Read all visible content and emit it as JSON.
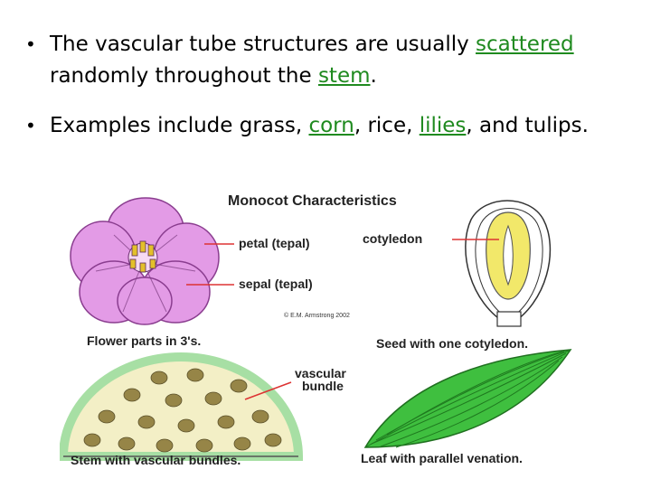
{
  "bullets": [
    {
      "parts": [
        {
          "text": "The vascular tube structures are usually ",
          "link": false
        },
        {
          "text": "scattered",
          "link": true
        },
        {
          "text": " randomly throughout the ",
          "link": false
        },
        {
          "text": "stem",
          "link": true
        },
        {
          "text": ".",
          "link": false
        }
      ]
    },
    {
      "parts": [
        {
          "text": "Examples include grass, ",
          "link": false
        },
        {
          "text": "corn",
          "link": true
        },
        {
          "text": ", rice, ",
          "link": false
        },
        {
          "text": "lilies",
          "link": true
        },
        {
          "text": ", and tulips.",
          "link": false
        }
      ]
    }
  ],
  "bullet_char": "•",
  "figure": {
    "title": "Monocot Characteristics",
    "labels": {
      "petal": "petal (tepal)",
      "sepal": "sepal (tepal)",
      "cotyledon": "cotyledon",
      "vascular_line1": "vascular",
      "vascular_line2": "bundle"
    },
    "captions": {
      "flower": "Flower parts in 3's.",
      "seed": "Seed with one cotyledon.",
      "stem": "Stem with vascular bundles.",
      "leaf": "Leaf with parallel venation."
    },
    "copyright": "© E.M. Armstrong 2002"
  },
  "colors": {
    "link": "#1f8a1f",
    "petal": "#e39be6",
    "leaf": "#3fbf3f",
    "stem_fill": "#f3efc6",
    "stem_edge": "#a7dfa4",
    "bundle": "#8c7a3a",
    "seed_yellow": "#f2e86a"
  }
}
